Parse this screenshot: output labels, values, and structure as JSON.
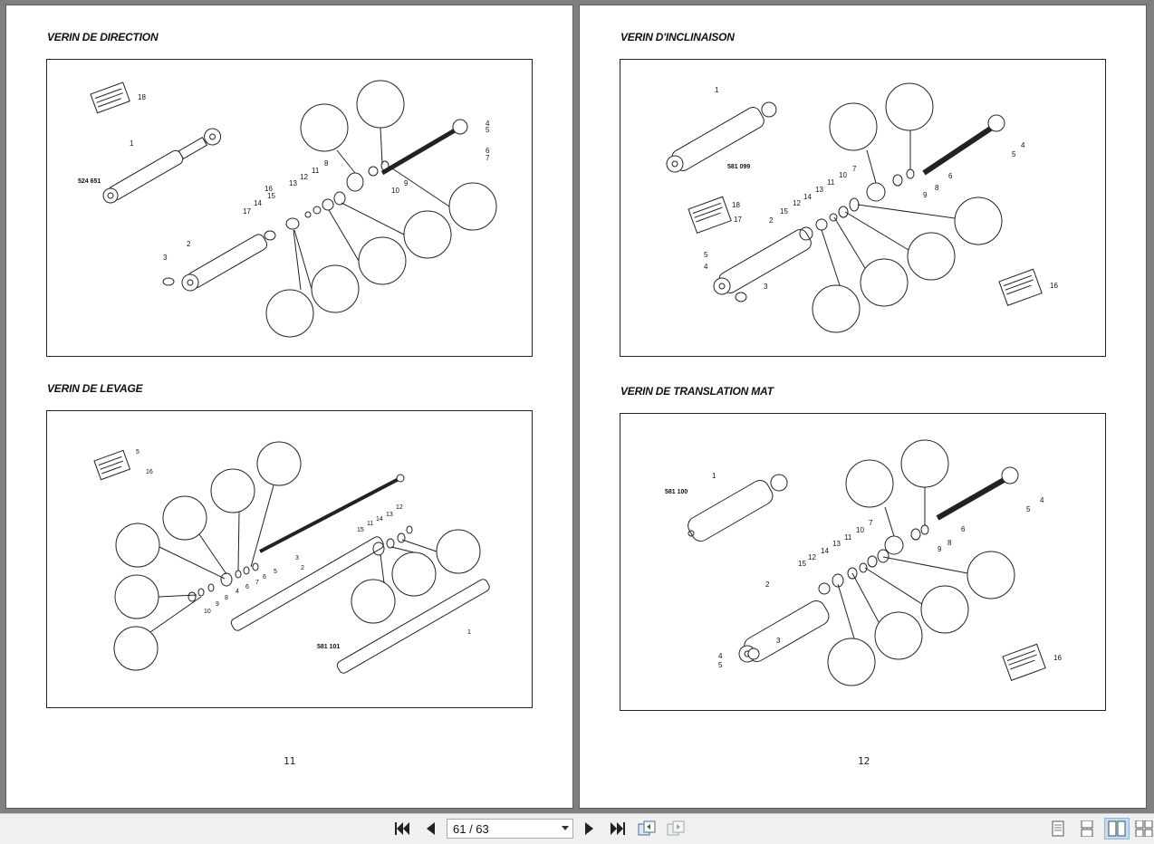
{
  "left_page": {
    "sections": [
      {
        "title": "VERIN DE DIRECTION",
        "refs": [
          "524 651"
        ],
        "callouts": [
          "1",
          "2",
          "3",
          "4",
          "5",
          "6",
          "7",
          "8",
          "9",
          "10",
          "11",
          "12",
          "13",
          "14",
          "15",
          "16",
          "17",
          "18"
        ]
      },
      {
        "title": "VERIN DE LEVAGE",
        "refs": [
          "581 101"
        ],
        "callouts": [
          "1",
          "2",
          "3",
          "4",
          "5",
          "6",
          "7",
          "8",
          "9",
          "10",
          "11",
          "12",
          "13",
          "14",
          "15",
          "16"
        ]
      }
    ],
    "page_number": "11"
  },
  "right_page": {
    "sections": [
      {
        "title": "VERIN D'INCLINAISON",
        "refs": [
          "581 099"
        ],
        "callouts": [
          "1",
          "2",
          "3",
          "4",
          "5",
          "6",
          "7",
          "8",
          "9",
          "10",
          "11",
          "12",
          "13",
          "14",
          "15",
          "16",
          "17",
          "18"
        ]
      },
      {
        "title": "VERIN DE TRANSLATION MAT",
        "refs": [
          "581 100"
        ],
        "callouts": [
          "1",
          "2",
          "3",
          "4",
          "5",
          "6",
          "7",
          "8",
          "9",
          "10",
          "11",
          "12",
          "13",
          "14",
          "15",
          "16"
        ]
      }
    ],
    "page_number": "12"
  },
  "toolbar": {
    "page_indicator": "61 / 63",
    "icons": [
      "first-page-icon",
      "previous-page-icon",
      "next-page-icon",
      "last-page-icon",
      "back-view-icon",
      "forward-view-icon",
      "single-page-view-icon",
      "continuous-view-icon",
      "two-page-view-icon",
      "two-page-continuous-view-icon"
    ]
  },
  "colors": {
    "background": "#7f7f7f",
    "toolbar": "#f0f0f0",
    "line": "#222222",
    "selected_view": "#c7dbf0"
  }
}
